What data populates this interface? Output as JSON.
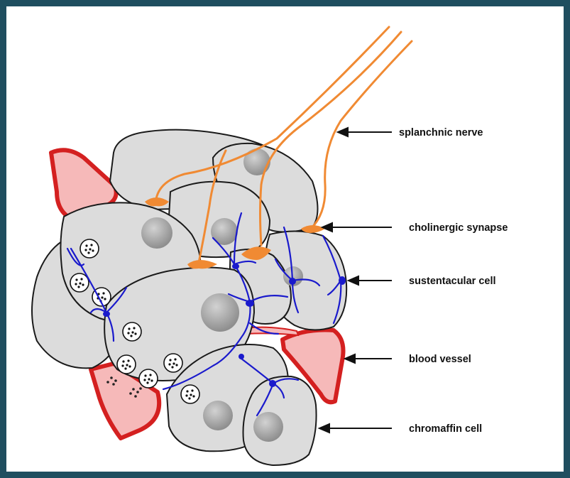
{
  "labels": {
    "splanchnic_nerve": "splanchnic nerve",
    "cholinergic_synapse": "cholinergic synapse",
    "sustentacular_cell": "sustentacular cell",
    "blood_vessel": "blood vessel",
    "chromaffin_cell": "chromaffin cell"
  },
  "colors": {
    "frame": "#1f4e5f",
    "cell_fill": "#dcdcdc",
    "nucleus": "#a9a9a9",
    "nerve": "#f08a33",
    "sustentacular": "#1a1acc",
    "vessel_wall": "#d42020",
    "vessel_lumen": "#f6b9b9"
  }
}
